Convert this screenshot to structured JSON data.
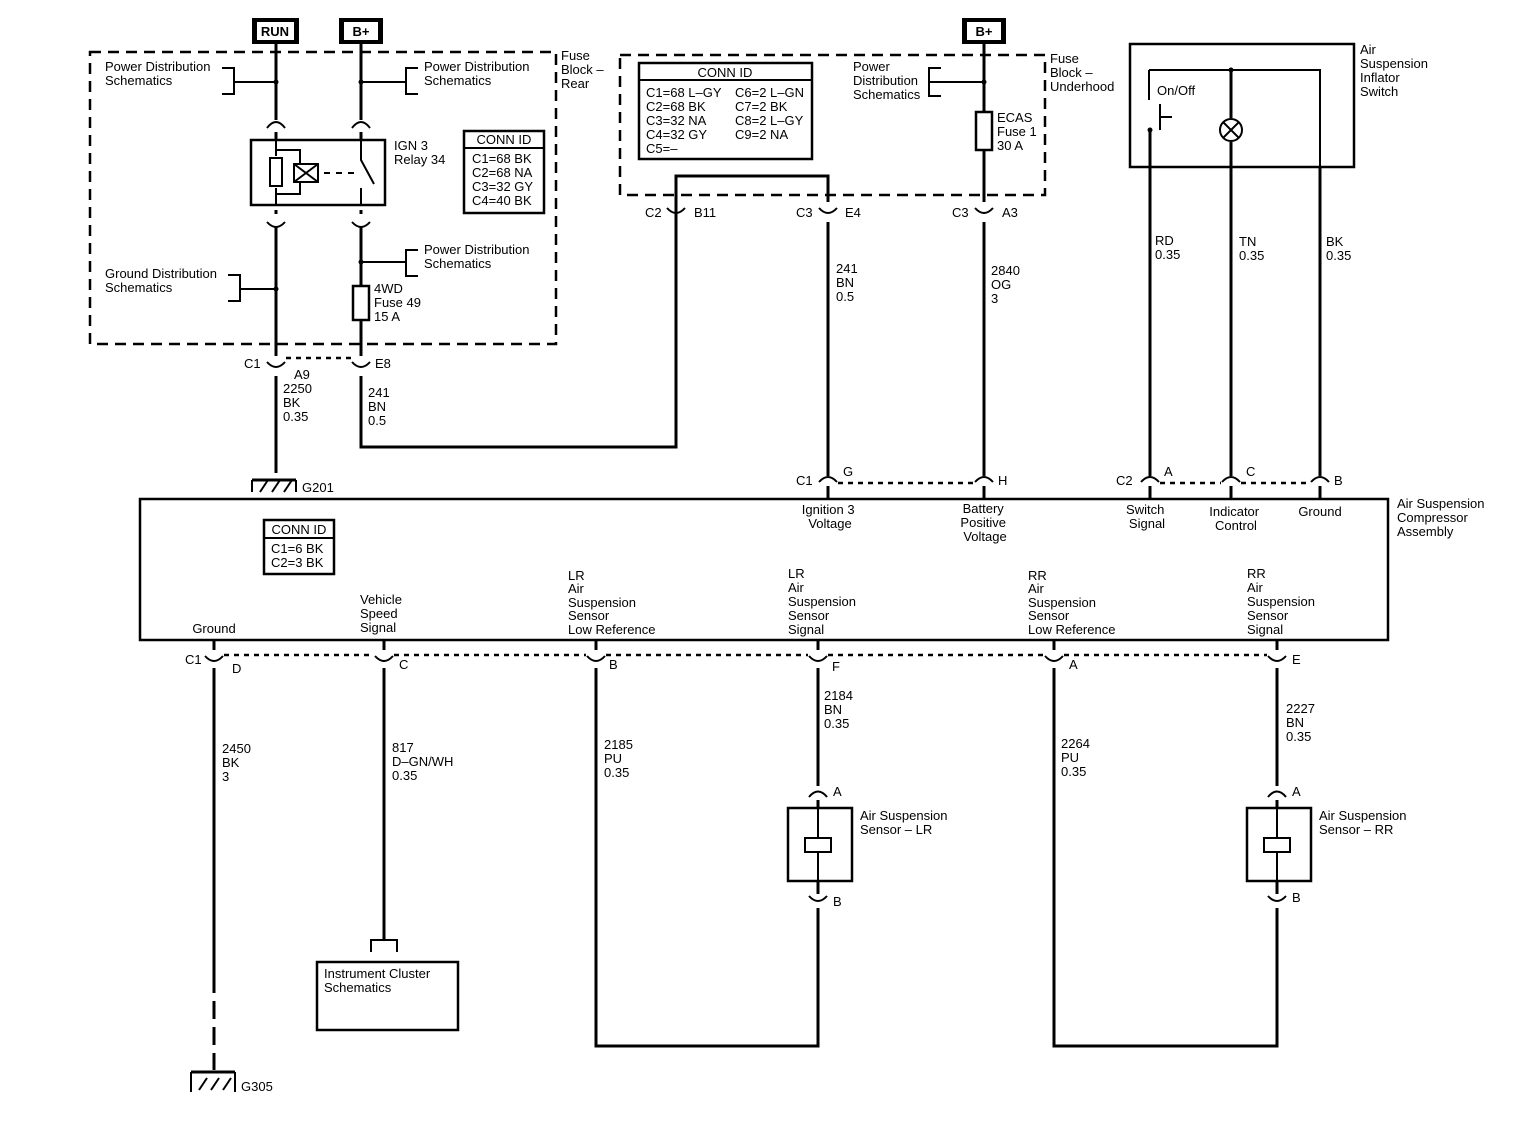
{
  "sources": {
    "run": "RUN",
    "bplus_rear": "B+",
    "bplus_under": "B+"
  },
  "fuse_block_rear": {
    "title_lines": [
      "Fuse",
      "Block –",
      "Rear"
    ],
    "pd1": [
      "Power Distribution",
      "Schematics"
    ],
    "pd2": [
      "Power Distribution",
      "Schematics"
    ],
    "pd3": [
      "Power Distribution",
      "Schematics"
    ],
    "gd": [
      "Ground Distribution",
      "Schematics"
    ],
    "relay": [
      "IGN 3",
      "Relay 34"
    ],
    "fuse": [
      "4WD",
      "Fuse 49",
      "15 A"
    ],
    "conn_title": "CONN ID",
    "conn": [
      "C1=68 BK",
      "C2=68 NA",
      "C3=32 GY",
      "C4=40 BK"
    ]
  },
  "fuse_block_underhood": {
    "title_lines": [
      "Fuse",
      "Block –",
      "Underhood"
    ],
    "pd": [
      "Power",
      "Distribution",
      "Schematics"
    ],
    "fuse": [
      "ECAS",
      "Fuse 1",
      "30 A"
    ],
    "conn_title": "CONN ID",
    "conn_left": [
      "C1=68 L–GY",
      "C2=68 BK",
      "C3=32 NA",
      "C4=32 GY",
      "C5=–"
    ],
    "conn_right": [
      "C6=2 L–GN",
      "C7=2 BK",
      "C8=2 L–GY",
      "C9=2 NA"
    ]
  },
  "inflator_switch": {
    "title_lines": [
      "Air",
      "Suspension",
      "Inflator",
      "Switch"
    ],
    "onoff": "On/Off"
  },
  "compressor": {
    "title_lines": [
      "Air Suspension",
      "Compressor",
      "Assembly"
    ],
    "conn_title": "CONN ID",
    "conn": [
      "C1=6 BK",
      "C2=3 BK"
    ],
    "top_labels": {
      "ign": [
        "Ignition 3",
        "Voltage"
      ],
      "batt": [
        "Battery",
        "Positive",
        "Voltage"
      ],
      "sw": [
        "Switch",
        "Signal"
      ],
      "ind": [
        "Indicator",
        "Control"
      ],
      "gnd": [
        "Ground"
      ]
    },
    "bottom_labels": {
      "gnd": [
        "Ground"
      ],
      "vss": [
        "Vehicle",
        "Speed",
        "Signal"
      ],
      "lrlo": [
        "LR",
        "Air",
        "Suspension",
        "Sensor",
        "Low Reference"
      ],
      "lrsig": [
        "LR",
        "Air",
        "Suspension",
        "Sensor",
        "Signal"
      ],
      "rrlo": [
        "RR",
        "Air",
        "Suspension",
        "Sensor",
        "Low Reference"
      ],
      "rrsig": [
        "RR",
        "Air",
        "Suspension",
        "Sensor",
        "Signal"
      ]
    }
  },
  "connectors": {
    "c1_rear": "C1",
    "a9": "A9",
    "e8": "E8",
    "c2_b11_c": "C2",
    "c2_b11_p": "B11",
    "c3_e4_c": "C3",
    "c3_e4_p": "E4",
    "c3_a3_c": "C3",
    "c3_a3_p": "A3",
    "comp_c1_top": "C1",
    "g": "G",
    "h": "H",
    "comp_c2_top": "C2",
    "a": "A",
    "c": "C",
    "b": "B",
    "comp_c1_bot": "C1",
    "d": "D",
    "vc": "C",
    "lb": "B",
    "f": "F",
    "ra": "A",
    "e": "E",
    "lr_a": "A",
    "lr_b": "B",
    "rr_a": "A",
    "rr_b": "B"
  },
  "wires": {
    "w2250": [
      "2250",
      "BK",
      "0.35"
    ],
    "w241a": [
      "241",
      "BN",
      "0.5"
    ],
    "w241b": [
      "241",
      "BN",
      "0.5"
    ],
    "w2840": [
      "2840",
      "OG",
      "3"
    ],
    "rd": [
      "RD",
      "0.35"
    ],
    "tn": [
      "TN",
      "0.35"
    ],
    "bk": [
      "BK",
      "0.35"
    ],
    "w2450": [
      "2450",
      "BK",
      "3"
    ],
    "w817": [
      "817",
      "D–GN/WH",
      "0.35"
    ],
    "w2185": [
      "2185",
      "PU",
      "0.35"
    ],
    "w2184": [
      "2184",
      "BN",
      "0.35"
    ],
    "w2264": [
      "2264",
      "PU",
      "0.35"
    ],
    "w2227": [
      "2227",
      "BN",
      "0.35"
    ]
  },
  "grounds": {
    "g201": "G201",
    "g305": "G305"
  },
  "sensors": {
    "lr": [
      "Air Suspension",
      "Sensor – LR"
    ],
    "rr": [
      "Air Suspension",
      "Sensor – RR"
    ]
  },
  "instrument_cluster": [
    "Instrument Cluster",
    "Schematics"
  ]
}
